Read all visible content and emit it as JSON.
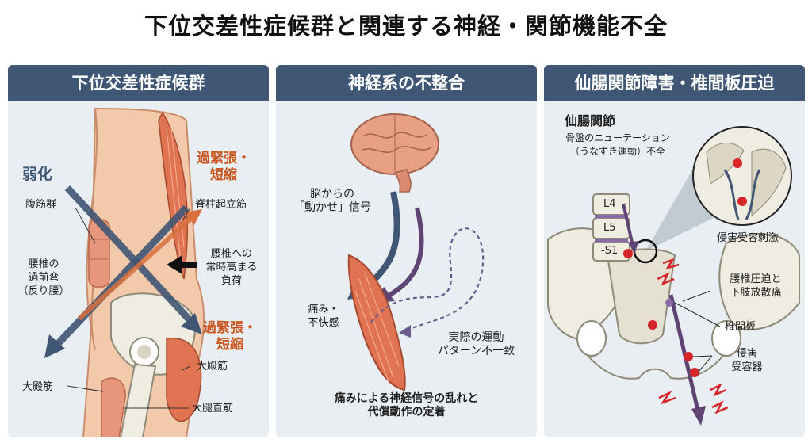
{
  "title": "下位交差性症候群と関連する神経・関節機能不全",
  "panel1": {
    "header": "下位交差性症候群",
    "weak": "弱化",
    "abdominal": "腹筋群",
    "lordosis": [
      "腰椎の",
      "過前弯",
      "（反り腰）"
    ],
    "tight_upper": [
      "過緊張・",
      "短縮"
    ],
    "erector": "脊柱起立筋",
    "load": [
      "腰椎への",
      "常時高まる",
      "負荷"
    ],
    "tight_lower": [
      "過緊張・",
      "短縮"
    ],
    "glute": "大殿筋",
    "glute_right": "大殿筋",
    "rectus": "大腿直筋"
  },
  "panel2": {
    "header": "神経系の不整合",
    "signal": [
      "脳からの",
      "「動かせ」信号"
    ],
    "pain": [
      "痛み・",
      "不快感"
    ],
    "mismatch": [
      "実際の運動",
      "パターン不一致"
    ],
    "bottom": [
      "痛みによる神経信号の乱れと",
      "代償動作の定着"
    ]
  },
  "panel3": {
    "header": "仙腸関節障害・椎間板圧迫",
    "si_joint": "仙腸関節",
    "nutation": [
      "骨盤のニューテーション",
      "（うなずき運動）不全"
    ],
    "vertebrae": [
      "L4",
      "L5",
      "-S1"
    ],
    "nociceptor_stim": "侵害受容刺激",
    "compression": [
      "腰椎圧迫と",
      "下肢放散痛"
    ],
    "disc": "椎間板",
    "nociceptor": [
      "侵害",
      "受容器"
    ]
  },
  "colors": {
    "header_bg": "#3f5674",
    "panel_bg": "#e9eef3",
    "tight": "#c8561f",
    "weak": "#3f5674",
    "pain": "#d7262a"
  }
}
